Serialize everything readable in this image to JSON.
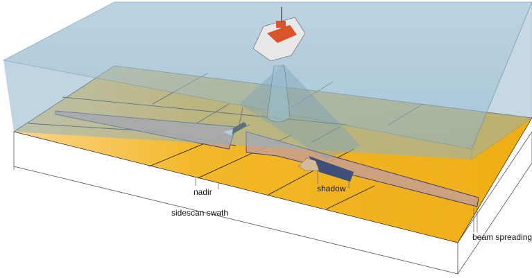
{
  "labels": {
    "nadir": "nadir",
    "shadow": "shadow",
    "sidescan_swath": "sidescan swath",
    "beam_spreading": "beam spreading"
  },
  "colors": {
    "water": "#8fb8cf",
    "seabed": "#f0b520",
    "swath": "#c9a08a",
    "shadow": "#3f4f7a"
  }
}
